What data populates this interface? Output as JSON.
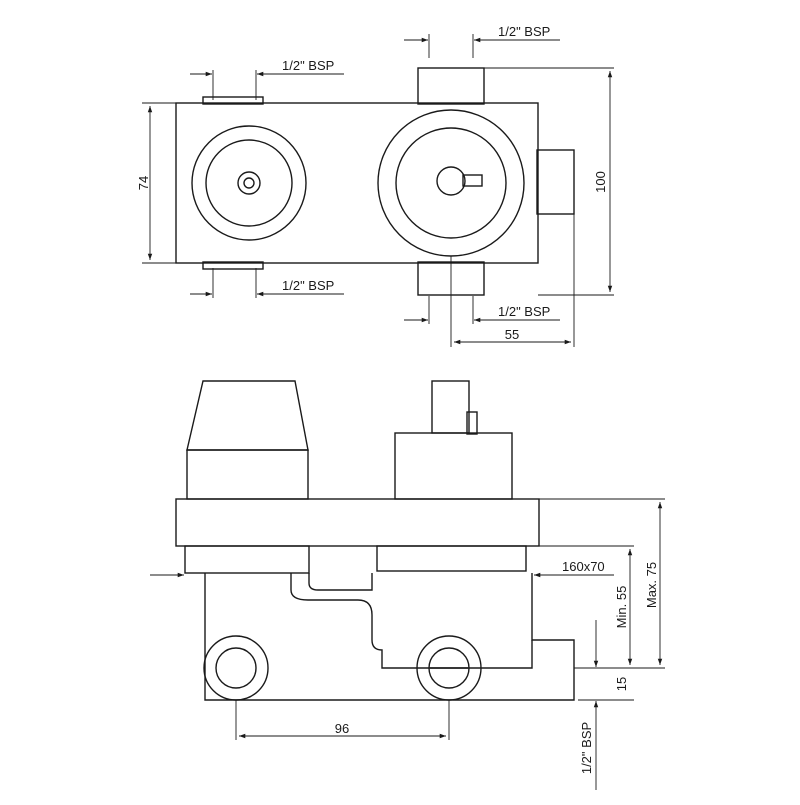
{
  "top_view": {
    "bsp_top_left": "1/2\" BSP",
    "bsp_top_right": "1/2\" BSP",
    "bsp_bottom_left": "1/2\" BSP",
    "bsp_bottom_right": "1/2\" BSP",
    "dim_height_left": "74",
    "dim_height_right": "100",
    "dim_width_outlet": "55"
  },
  "side_view": {
    "dim_plate": "160x70",
    "dim_max": "Max. 75",
    "dim_min": "Min. 55",
    "dim_outlet_offset": "15",
    "dim_inlet_spacing": "96",
    "bsp_outlet": "1/2\" BSP"
  },
  "colors": {
    "line": "#1a1a1a",
    "background": "#ffffff"
  }
}
